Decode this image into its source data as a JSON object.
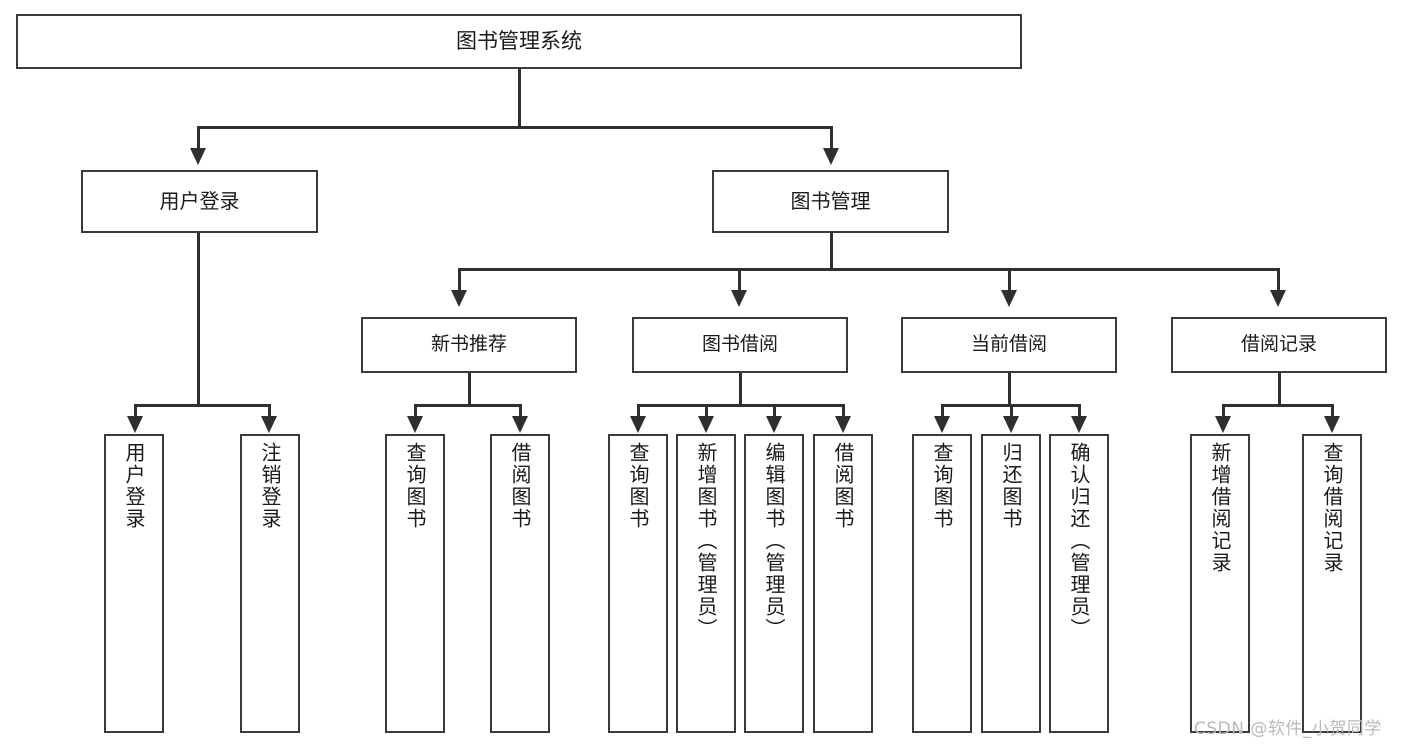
{
  "diagram": {
    "title": "图书管理系统",
    "type": "tree-structure-chart",
    "watermark": "CSDN @软件_小贺同学",
    "colors": {
      "box_border": "#3a3a3a",
      "connector": "#2f2f2f",
      "background": "#ffffff",
      "text": "#1a1a1a",
      "watermark": "#b9b9b9"
    }
  },
  "nodes": {
    "root": {
      "label": "图书管理系统"
    },
    "level2": [
      {
        "id": "user-login",
        "label": "用户登录"
      },
      {
        "id": "book-management",
        "label": "图书管理"
      }
    ],
    "level3": [
      {
        "id": "new-book-recommend",
        "label": "新书推荐"
      },
      {
        "id": "book-borrow",
        "label": "图书借阅"
      },
      {
        "id": "current-borrow",
        "label": "当前借阅"
      },
      {
        "id": "borrow-record",
        "label": "借阅记录"
      }
    ],
    "leaves": {
      "user-login": [
        {
          "id": "leaf-user-login",
          "label": "用户登录"
        },
        {
          "id": "leaf-logout-login",
          "label": "注销登录"
        }
      ],
      "new-book-recommend": [
        {
          "id": "leaf-query-book-1",
          "label": "查询图书"
        },
        {
          "id": "leaf-borrow-book-1",
          "label": "借阅图书"
        }
      ],
      "book-borrow": [
        {
          "id": "leaf-query-book-2",
          "label": "查询图书"
        },
        {
          "id": "leaf-add-book",
          "label": "新增图书（管理员）"
        },
        {
          "id": "leaf-edit-book",
          "label": "编辑图书（管理员）"
        },
        {
          "id": "leaf-borrow-book-2",
          "label": "借阅图书"
        }
      ],
      "current-borrow": [
        {
          "id": "leaf-query-book-3",
          "label": "查询图书"
        },
        {
          "id": "leaf-return-book",
          "label": "归还图书"
        },
        {
          "id": "leaf-confirm-return",
          "label": "确认归还（管理员）"
        }
      ],
      "borrow-record": [
        {
          "id": "leaf-add-record",
          "label": "新增借阅记录"
        },
        {
          "id": "leaf-query-record",
          "label": "查询借阅记录"
        }
      ]
    }
  }
}
